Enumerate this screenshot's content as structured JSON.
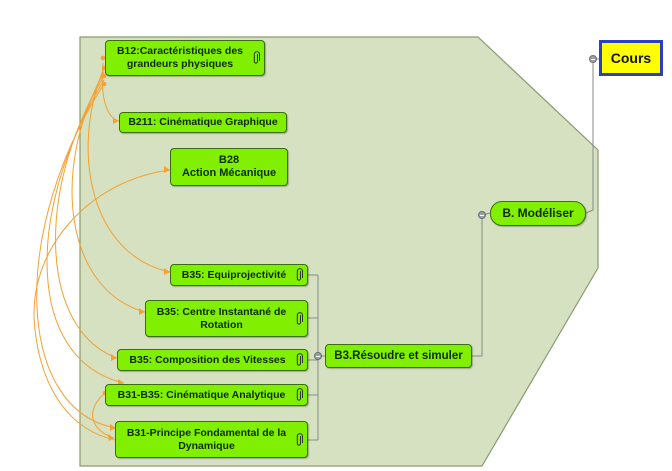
{
  "root": {
    "label": "Cours"
  },
  "main_node": {
    "label": "B. Modéliser"
  },
  "branch_node": {
    "label": "B3.Résoudre et simuler"
  },
  "nodes": {
    "b12": "B12:Caractéristiques  des grandeurs physiques",
    "b211": "B211: Cinématique Graphique",
    "b28_code": "B28",
    "b28_title": "Action Mécanique",
    "b35_equi": "B35: Equiprojectivité",
    "b35_cir": "B35: Centre Instantané de Rotation",
    "b35_comp": "B35: Composition des Vitesses",
    "b31_b35": "B31-B35: Cinématique Analytique",
    "b31_pfd": "B31-Principe Fondamental de la Dynamique"
  },
  "icons": {
    "attachment": "paperclip-icon",
    "collapse": "collapse-toggle-icon"
  },
  "colors": {
    "node_fill": "#80f000",
    "node_border": "#3a6e10",
    "boundary_fill": "#d5e1c0",
    "boundary_stroke": "#8a9a70",
    "root_fill": "#ffff00",
    "root_border": "#2b3fbf",
    "relationship": "#f5a030",
    "connector": "#8a8a8a"
  }
}
